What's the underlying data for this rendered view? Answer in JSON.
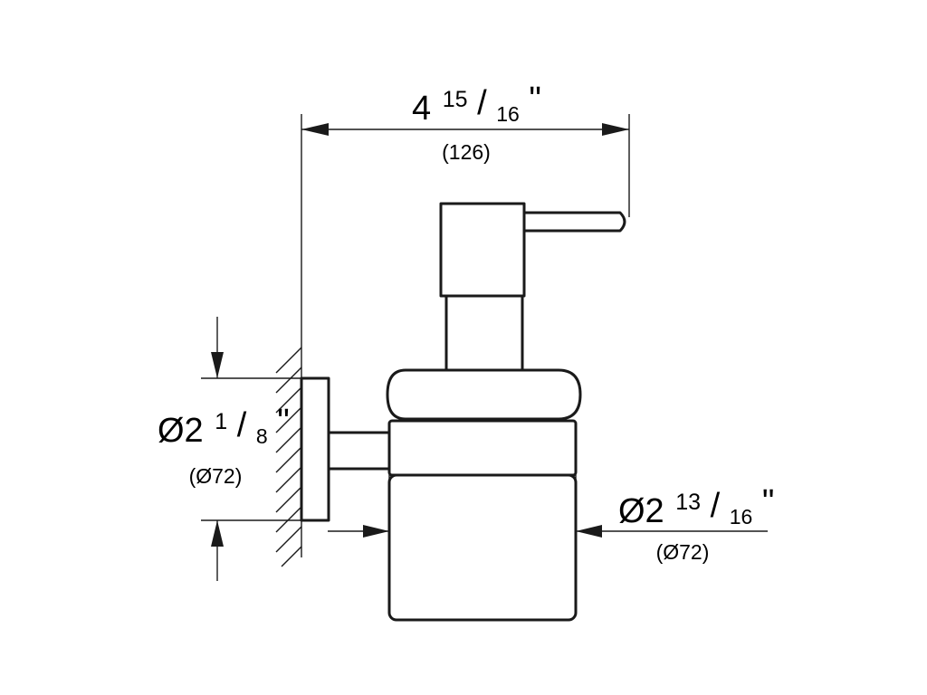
{
  "diagram": {
    "type": "technical dimension drawing",
    "colors": {
      "line": "#1a1a1a",
      "text": "#000000",
      "background": "#ffffff"
    }
  },
  "dimensions": {
    "projection": {
      "whole": "4",
      "num": "15",
      "sep": "/",
      "den": "16",
      "inch_mark": "\"",
      "metric": "(126)"
    },
    "wall_flange": {
      "prefix": "Ø2",
      "num": "1",
      "sep": "/",
      "den": "8",
      "inch_mark": "\"",
      "metric": "(Ø72)"
    },
    "glass_diameter": {
      "prefix": "Ø2",
      "num": "13",
      "sep": "/",
      "den": "16",
      "inch_mark": "\"",
      "metric": "(Ø72)"
    }
  }
}
